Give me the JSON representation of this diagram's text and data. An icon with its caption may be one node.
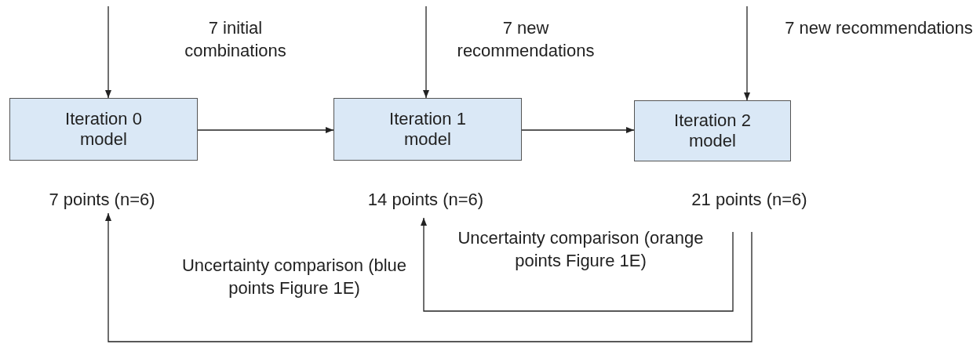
{
  "diagram": {
    "nodes": [
      {
        "text": [
          "Iteration 0 model"
        ]
      },
      {
        "text": [
          "Iteration 1 model"
        ]
      },
      {
        "text": [
          "Iteration 2 model"
        ]
      },
      {
        "text": [
          "7 points (n=6)"
        ]
      },
      {
        "text": [
          "14 points (n=6)"
        ]
      },
      {
        "text": [
          "21 points (n=6)"
        ]
      }
    ],
    "edges": [
      {
        "from": null,
        "to": 0,
        "arrow": "to",
        "label": "7 initial combinations"
      },
      {
        "from": null,
        "to": 1,
        "arrow": "to",
        "label": "7 new recommendations"
      },
      {
        "from": null,
        "to": 2,
        "arrow": "to",
        "label": "7 new recommendations"
      },
      {
        "from": 0,
        "to": 1,
        "arrow": "to"
      },
      {
        "from": 1,
        "to": 2,
        "arrow": "to"
      },
      {
        "from": 5,
        "to": 4,
        "arrow": "to",
        "label": "Uncertainty comparison (orange points Figure 1E)"
      },
      {
        "from": 5,
        "to": 3,
        "arrow": "to",
        "label": "Uncertainty comparison (blue points Figure 1E)"
      }
    ]
  }
}
